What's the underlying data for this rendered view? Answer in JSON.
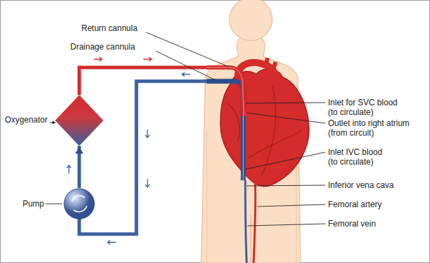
{
  "diagram": {
    "nodes": [
      {
        "text": [
          "Oxygenator"
        ]
      },
      {
        "text": [
          "Pump"
        ]
      }
    ],
    "edges": [
      {
        "from": 1,
        "to": 0,
        "arrow": "to"
      }
    ],
    "labels": [
      "Return cannula",
      "Drainage cannula",
      "Inlet for SVC blood (to circulate)",
      "Outlet into right atrium (from circuit)",
      "Inlet IVC blood (to circulate)",
      "Inferior vena cava",
      "Femoral artery",
      "Femoral vein"
    ]
  }
}
